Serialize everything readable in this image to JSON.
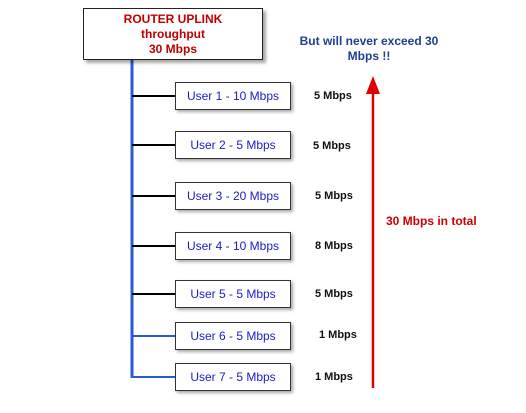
{
  "router": {
    "title": "ROUTER UPLINK",
    "subtitle": "throughput",
    "speed": "30 Mbps"
  },
  "note_top": "But will never exceed 30 Mbps !!",
  "note_total": "30 Mbps in total",
  "users": [
    {
      "label": "User 1 - 10 Mbps",
      "actual": "5 Mbps"
    },
    {
      "label": "User 2 - 5 Mbps",
      "actual": "5 Mbps"
    },
    {
      "label": "User 3 - 20 Mbps",
      "actual": "5 Mbps"
    },
    {
      "label": "User 4 - 10 Mbps",
      "actual": "8 Mbps"
    },
    {
      "label": "User 5 - 5 Mbps",
      "actual": "5 Mbps"
    },
    {
      "label": "User 6 - 5 Mbps",
      "actual": "1 Mbps"
    },
    {
      "label": "User 7 - 5 Mbps",
      "actual": "1 Mbps"
    }
  ],
  "colors": {
    "trunk": "#2a5bd7",
    "connector_dark": "#000000",
    "connector_blue": "#2a5bd7",
    "arrow": "#e00000",
    "router_text": "#c00000",
    "user_text": "#1b1bc8",
    "note_top": "#1f3f8f"
  }
}
